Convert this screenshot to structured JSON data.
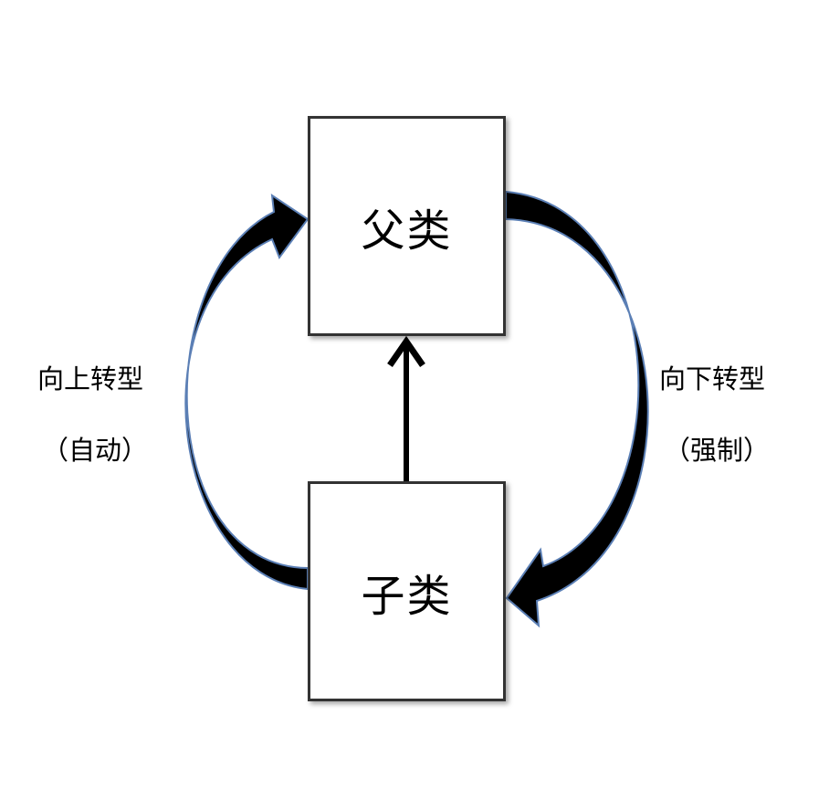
{
  "boxes": {
    "parent_label": "父类",
    "child_label": "子类"
  },
  "labels": {
    "upcast_title": "向上转型",
    "upcast_note": "（自动）",
    "downcast_title": "向下转型",
    "downcast_note": "（强制）"
  },
  "colors": {
    "arrow_fill": "#000000",
    "arrow_outline": "#5b7fb5",
    "box_border": "#333333"
  },
  "icons": {
    "inheritance_arrow": "arrow-up-icon",
    "upcast_arrow": "curved-arrow-up-icon",
    "downcast_arrow": "curved-arrow-down-icon"
  }
}
